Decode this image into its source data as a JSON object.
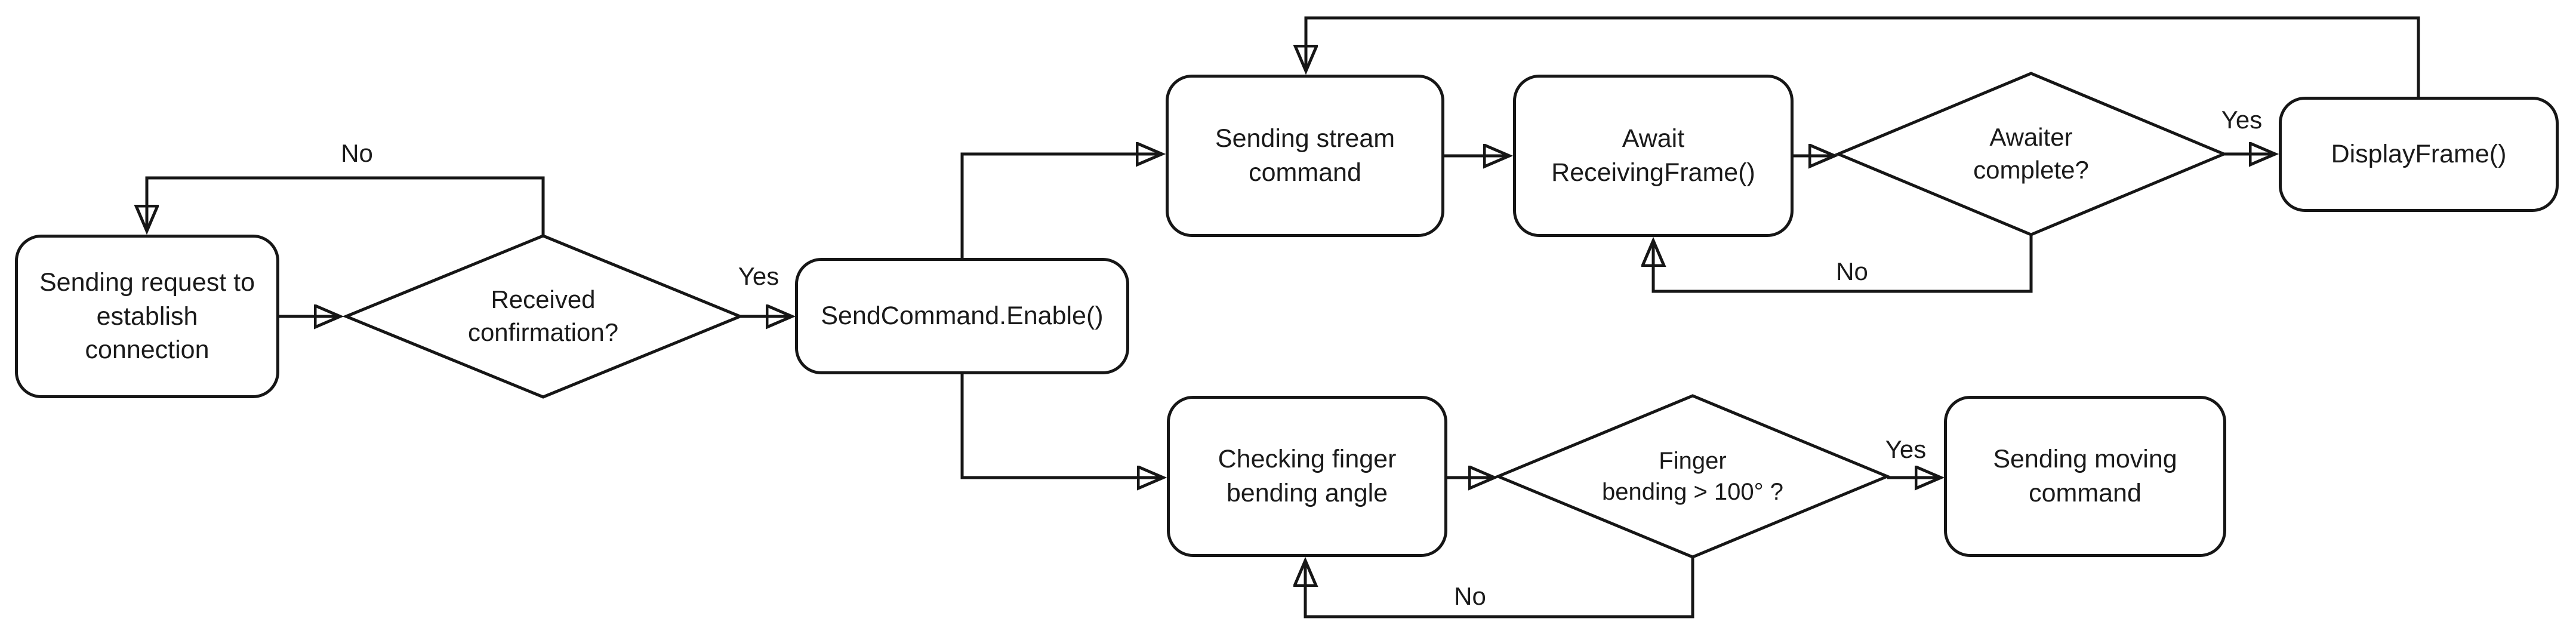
{
  "diagram": {
    "title": "Flowchart: connection, streaming and finger-bending command loop",
    "colors": {
      "background": "#ffffff",
      "stroke": "#161616",
      "text": "#1a1a1a"
    },
    "nodes": {
      "request": {
        "label": "Sending request to\nestablish\nconnection",
        "shape": "rounded-rect"
      },
      "received": {
        "label": "Received\nconfirmation?",
        "shape": "diamond"
      },
      "send_command": {
        "label": "SendCommand.Enable()",
        "shape": "rounded-rect"
      },
      "stream": {
        "label": "Sending stream\ncommand",
        "shape": "rounded-rect"
      },
      "await_frame": {
        "label": "Await\nReceivingFrame()",
        "shape": "rounded-rect"
      },
      "awaiter": {
        "label": "Awaiter\ncomplete?",
        "shape": "diamond"
      },
      "display": {
        "label": "DisplayFrame()",
        "shape": "rounded-rect"
      },
      "checking": {
        "label": "Checking finger\nbending angle",
        "shape": "rounded-rect"
      },
      "finger": {
        "label": "Finger\nbending > 100° ?",
        "shape": "diamond"
      },
      "moving": {
        "label": "Sending moving\ncommand",
        "shape": "rounded-rect"
      }
    },
    "edge_labels": {
      "confirmation_no": "No",
      "confirmation_yes": "Yes",
      "awaiter_yes": "Yes",
      "awaiter_no": "No",
      "finger_yes": "Yes",
      "finger_no": "No"
    }
  }
}
